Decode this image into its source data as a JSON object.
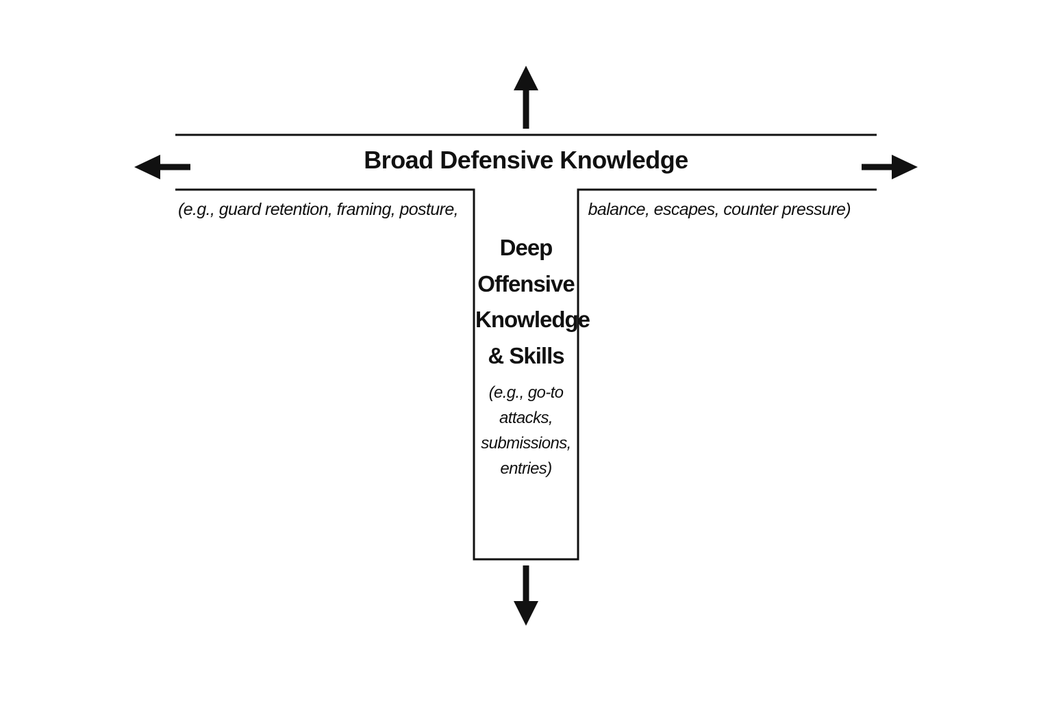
{
  "diagram": {
    "broad": {
      "title": "Broad Defensive Knowledge",
      "examples_left": "(e.g., guard retention, framing, posture,",
      "examples_right": "balance, escapes, counter pressure)"
    },
    "deep": {
      "title_lines": [
        "Deep",
        "Offensive",
        "Knowledge",
        "& Skills"
      ],
      "example_lines": [
        "(e.g., go-to",
        "attacks,",
        "submissions,",
        "entries)"
      ]
    },
    "arrows": [
      "arrow-up-icon",
      "arrow-left-icon",
      "arrow-right-icon",
      "arrow-down-icon"
    ],
    "colors": {
      "ink": "#111111",
      "background": "#ffffff"
    }
  }
}
